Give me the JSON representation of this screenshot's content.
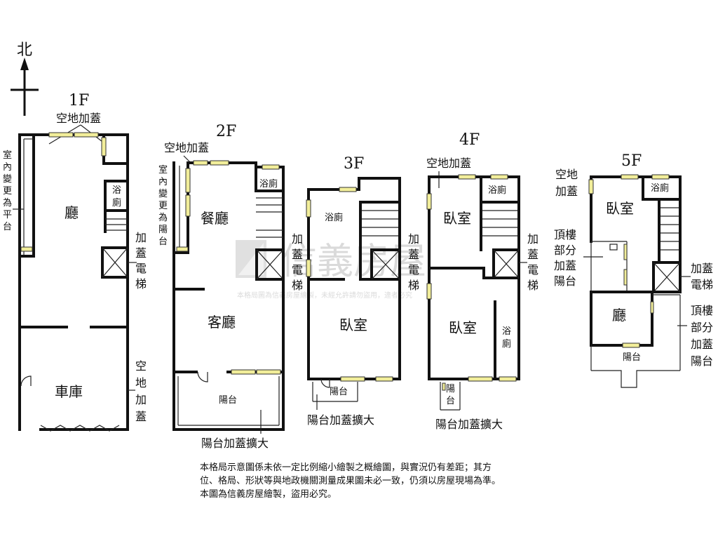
{
  "compass": {
    "north": "北"
  },
  "floors": {
    "f1": {
      "title": "1F",
      "addition": "空地加蓋",
      "side_indoor": [
        "室",
        "內",
        "變",
        "更",
        "為",
        "平",
        "台"
      ],
      "room_hall": "廳",
      "room_bath": [
        "浴",
        "廁"
      ],
      "elevator": [
        "加",
        "蓋",
        "電",
        "梯"
      ],
      "garage": "車庫",
      "side_addition": [
        "空",
        "地",
        "加",
        "蓋"
      ]
    },
    "f2": {
      "title": "2F",
      "addition": "空地加蓋",
      "side_indoor": [
        "室",
        "內",
        "變",
        "更",
        "為",
        "陽",
        "台"
      ],
      "dining": "餐廳",
      "bath": "浴廁",
      "elevator": [
        "加",
        "蓋",
        "電",
        "梯"
      ],
      "living": "客廳",
      "balcony": "陽台",
      "balcony_ext": "陽台加蓋擴大"
    },
    "f3": {
      "title": "3F",
      "bath": "浴廁",
      "elevator": [
        "加",
        "蓋",
        "電",
        "梯"
      ],
      "bedroom": "臥室",
      "balcony": "陽台",
      "balcony_ext": "陽台加蓋擴大"
    },
    "f4": {
      "title": "4F",
      "addition": "空地加蓋",
      "bath": "浴廁",
      "bedroom_top": "臥室",
      "elevator": [
        "加",
        "蓋",
        "電",
        "梯"
      ],
      "bedroom_bottom": "臥室",
      "bath_side": [
        "浴",
        "廁"
      ],
      "balcony": [
        "陽",
        "台"
      ],
      "balcony_ext": "陽台加蓋擴大"
    },
    "f5": {
      "title": "5F",
      "addition": [
        "空地",
        "加蓋"
      ],
      "bath": "浴廁",
      "bedroom": "臥室",
      "roof_part": [
        "頂樓",
        "部分",
        "加蓋",
        "陽台"
      ],
      "elevator": [
        "加蓋",
        "電梯"
      ],
      "hall": "廳",
      "balcony": "陽台",
      "roof_side": [
        "頂樓",
        "部分",
        "加蓋",
        "陽台"
      ]
    }
  },
  "watermark": {
    "brand": "信義房屋",
    "notice": "本格局圖為信義房屋繪製，未經允許請勿盜用，違者必究"
  },
  "disclaimer": [
    "本格局示意圖係未依一定比例縮小繪製之概繪圖，與實況仍有差距；其方",
    "位、格局、形狀等與地政機關測量成果圖未必一致，仍須以房屋現場為準。",
    "本圖為信義房屋繪製，盜用必究。"
  ]
}
